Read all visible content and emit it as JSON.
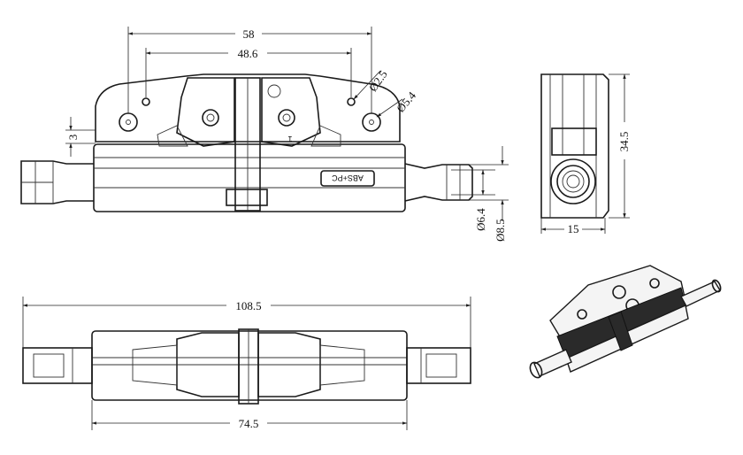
{
  "dimensions": {
    "overall_hole_span": "58",
    "hole_spacing": "48.6",
    "small_hole_dia": "Ø2.5",
    "large_hole_dia": "Ø5.4",
    "offset_height": "3",
    "cable_dia_inner": "Ø6.4",
    "cable_dia_outer": "Ø8.5",
    "side_height": "34.5",
    "side_width": "15",
    "total_length": "108.5",
    "body_length": "74.5"
  },
  "labels": {
    "material_mark": "ABS+PC",
    "part_mark": "1"
  }
}
